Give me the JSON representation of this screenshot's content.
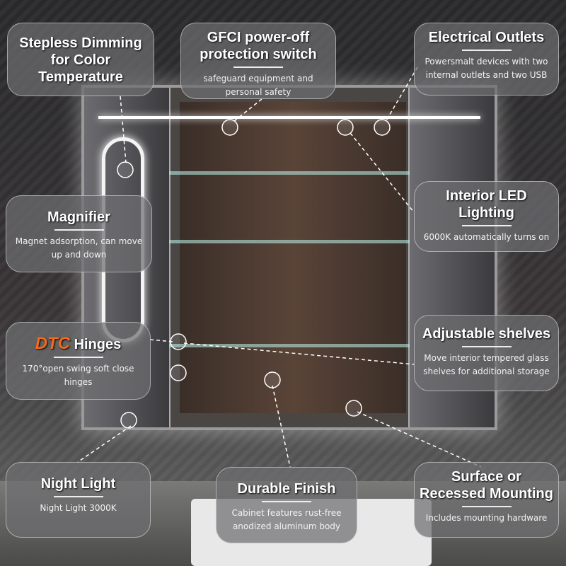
{
  "callouts": {
    "stepless": {
      "title": "Stepless Dimming for Color Temperature"
    },
    "gfci": {
      "title": "GFCI power-off protection switch",
      "desc": "safeguard equipment and personal safety"
    },
    "outlets": {
      "title": "Electrical Outlets",
      "desc": "Powersmalt devices with two internal outlets and two USB"
    },
    "led": {
      "title": "Interior LED Lighting",
      "desc": "6000K automatically turns on"
    },
    "magnifier": {
      "title": "Magnifier",
      "desc": "Magnet adsorption, can move up and down"
    },
    "shelves": {
      "title": "Adjustable shelves",
      "desc": "Move interior tempered glass shelves for additional storage"
    },
    "hinges": {
      "brand": "DTC",
      "title": "Hinges",
      "desc": "170°open swing soft close hinges"
    },
    "nightlight": {
      "title": "Night Light",
      "desc": "Night Light 3000K"
    },
    "finish": {
      "title": "Durable Finish",
      "desc": "Cabinet features rust-free anodized aluminum body"
    },
    "mounting": {
      "title": "Surface or Recessed Mounting",
      "desc": "Includes mounting hardware"
    }
  },
  "colors": {
    "brand": "#f26a1b"
  }
}
